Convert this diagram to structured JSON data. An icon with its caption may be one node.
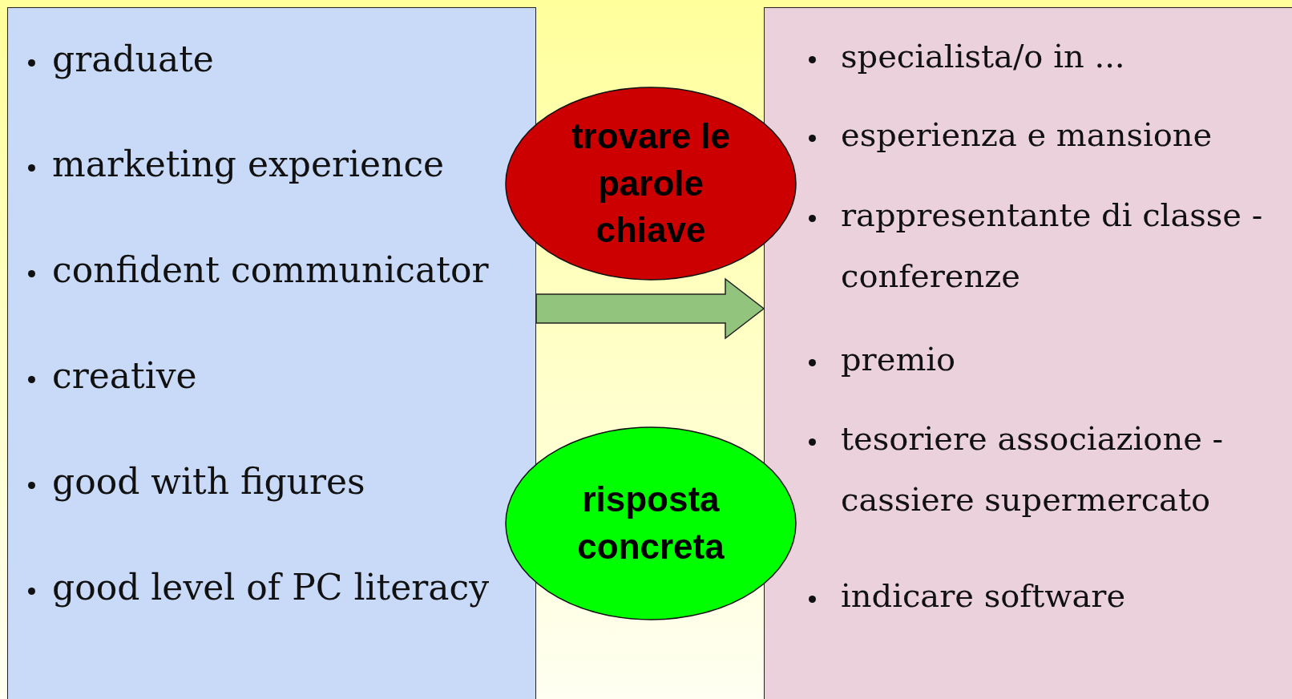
{
  "diagram": {
    "nodes": [
      {
        "text": [
          "graduate",
          "marketing  experience",
          "confident communicator",
          "creative",
          "good with figures",
          "good level of PC literacy"
        ]
      },
      {
        "text": [
          "specialista/o in ...",
          "esperienza e mansione",
          "rappresentante di classe - conferenze",
          "premio",
          "tesoriere associazione - cassiere supermercato",
          "indicare software"
        ]
      },
      {
        "text": [
          "trovare le parole chiave"
        ]
      },
      {
        "text": [
          "risposta concreta"
        ]
      }
    ],
    "edges": [
      {
        "from": 0,
        "to": 1,
        "arrow": "to"
      }
    ]
  }
}
